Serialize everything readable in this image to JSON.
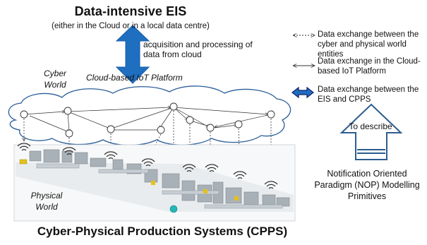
{
  "header": {
    "title": "Data-intensive EIS",
    "subtitle": "(either in the Cloud or in a local data centre)"
  },
  "acquisition_label": "acquisition and processing of data from cloud",
  "cyber_world_label": "Cyber World",
  "cloud_platform_label": "Cloud-based IoT Platform",
  "physical_world_label": "Physical World",
  "legend": {
    "items": [
      {
        "text": "Data exchange between the cyber and physical world entities",
        "style": "dotted-arrow"
      },
      {
        "text": "Data exchange in the Cloud-based IoT Platform",
        "style": "thin-arrow"
      },
      {
        "text": "Data exchange between the EIS and CPPS",
        "style": "thick-double-arrow"
      }
    ]
  },
  "describe_arrow_label": "To describe",
  "nop_label": "Notification Oriented Paradigm (NOP) Modelling Primitives",
  "footer_title": "Cyber-Physical Production Systems (CPPS)",
  "colors": {
    "arrow_blue": "#1f6fc0",
    "outline_blue": "#2c5d8f",
    "cloud_stroke": "#2b5d9a",
    "factory_gray": "#9aa3ab",
    "accent_yellow": "#e3c21b",
    "accent_cyan": "#25b6b6"
  }
}
